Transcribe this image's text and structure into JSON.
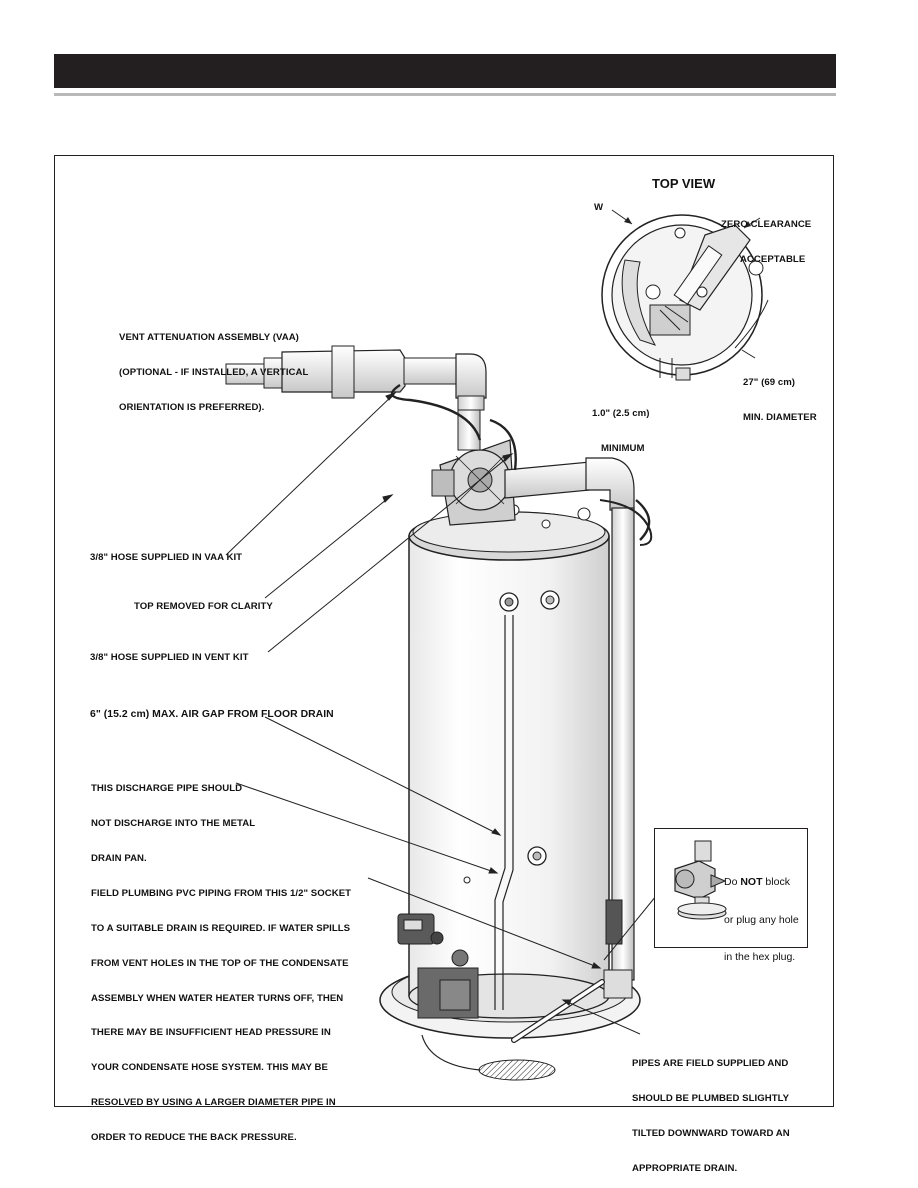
{
  "top_view": {
    "title": "TOP VIEW",
    "w_label": "W",
    "zero_clearance": [
      "ZERO CLEARANCE",
      "ACCEPTABLE"
    ],
    "diameter": [
      "27\" (69 cm)",
      "MIN. DIAMETER"
    ],
    "minimum": [
      "1.0\" (2.5 cm)",
      "MINIMUM"
    ]
  },
  "callouts": {
    "vaa": [
      "VENT ATTENUATION ASSEMBLY (VAA)",
      "(OPTIONAL - IF INSTALLED, A VERTICAL",
      "ORIENTATION IS PREFERRED)."
    ],
    "hose_vaa": "3/8\" HOSE SUPPLIED IN VAA KIT",
    "top_removed": "TOP REMOVED FOR CLARITY",
    "hose_vent": "3/8\" HOSE SUPPLIED IN VENT KIT",
    "air_gap": "6\" (15.2 cm) MAX. AIR GAP FROM FLOOR DRAIN",
    "discharge": [
      "THIS DISCHARGE PIPE SHOULD",
      "NOT DISCHARGE INTO THE METAL",
      "DRAIN PAN."
    ],
    "field_plumbing": [
      "FIELD PLUMBING PVC PIPING FROM THIS 1/2\" SOCKET",
      "TO A SUITABLE DRAIN IS REQUIRED. IF WATER SPILLS",
      "FROM VENT HOLES IN THE TOP OF THE CONDENSATE",
      "ASSEMBLY WHEN WATER HEATER TURNS OFF, THEN",
      "THERE MAY BE INSUFFICIENT HEAD PRESSURE IN",
      "YOUR CONDENSATE HOSE SYSTEM. THIS MAY BE",
      "RESOLVED BY USING A LARGER DIAMETER PIPE IN",
      "ORDER TO REDUCE THE BACK PRESSURE."
    ],
    "pipes": [
      "PIPES ARE FIELD SUPPLIED AND",
      "SHOULD BE PLUMBED SLIGHTLY",
      "TILTED DOWNWARD TOWARD AN",
      "APPROPRIATE DRAIN."
    ]
  },
  "hex_note": {
    "prefix": "Do ",
    "bold": "NOT",
    "line1_rest": " block",
    "line2": "or plug any hole",
    "line3": "in the hex plug."
  }
}
